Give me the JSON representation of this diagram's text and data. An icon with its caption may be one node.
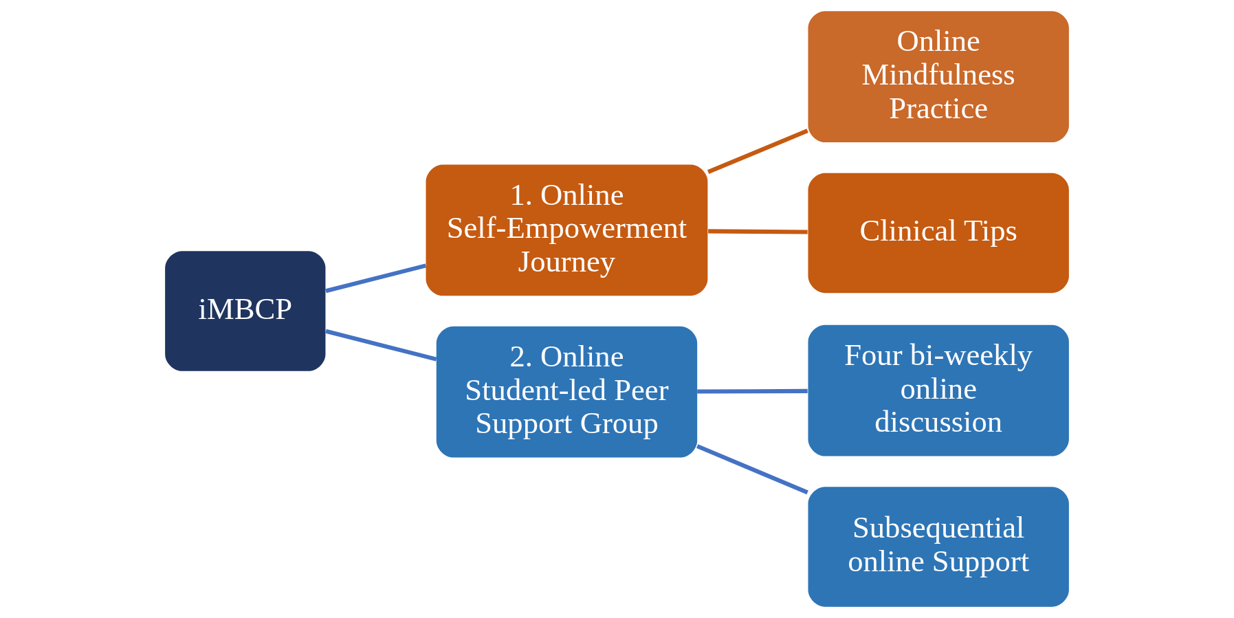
{
  "diagram": {
    "nodes": [
      {
        "text": [
          "iMBCP"
        ]
      },
      {
        "text": [
          "1. Online Self-Empowerment Journey"
        ]
      },
      {
        "text": [
          "2. Online Student-led Peer Support Group"
        ]
      },
      {
        "text": [
          "Online Mindfulness Practice"
        ]
      },
      {
        "text": [
          "Clinical Tips"
        ]
      },
      {
        "text": [
          "Four bi-weekly online discussion"
        ]
      },
      {
        "text": [
          "Subsequential online Support"
        ]
      }
    ],
    "edges": [
      {
        "from": 0,
        "to": 1,
        "arrow": "none"
      },
      {
        "from": 0,
        "to": 2,
        "arrow": "none"
      },
      {
        "from": 1,
        "to": 3,
        "arrow": "none",
        "color": "#c55a11"
      },
      {
        "from": 1,
        "to": 4,
        "arrow": "none",
        "color": "#c55a11"
      },
      {
        "from": 2,
        "to": 5,
        "arrow": "none"
      },
      {
        "from": 2,
        "to": 6,
        "arrow": "none"
      }
    ]
  }
}
